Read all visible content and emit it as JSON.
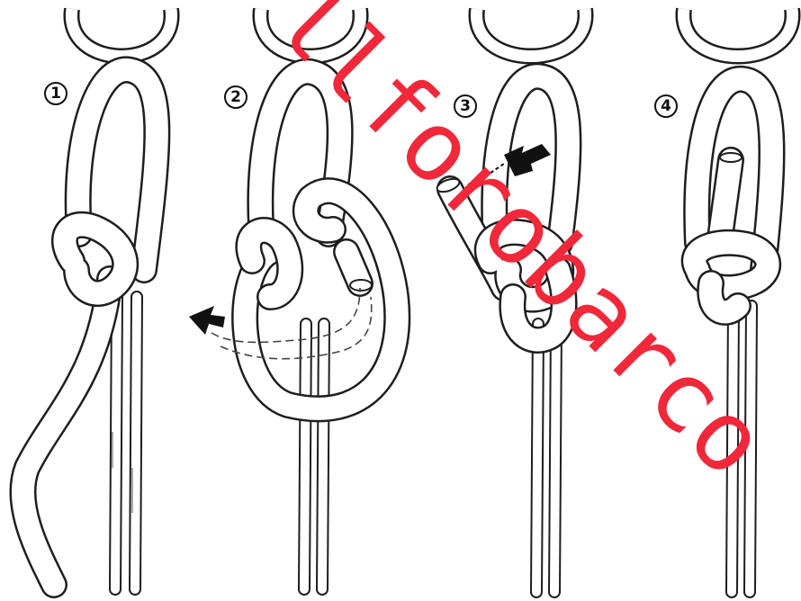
{
  "steps": [
    {
      "number": "1"
    },
    {
      "number": "2"
    },
    {
      "number": "3"
    },
    {
      "number": "4"
    }
  ],
  "watermark": {
    "text": "llforobarco",
    "color": "#f0283a"
  }
}
